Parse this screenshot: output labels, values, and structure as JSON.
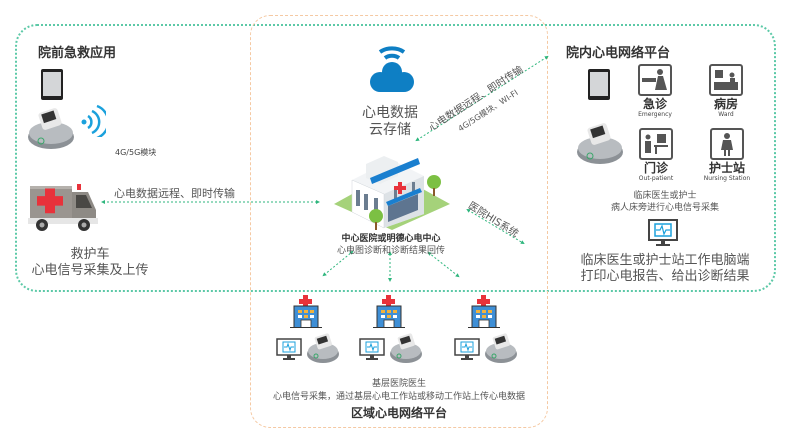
{
  "colors": {
    "green_frame": "#5cc9a7",
    "orange_frame": "#f5c9a3",
    "arrow": "#2eb67d",
    "cloud_blue": "#0e7fc4",
    "wifi_blue": "#1ba1dc",
    "red_cross": "#e8323b",
    "text_gray": "#555555"
  },
  "prehospital": {
    "title": "院前急救应用",
    "wifi_label": "4G/5G模块",
    "link_label": "心电数据远程、即时传输",
    "ambulance_caption_1": "救护车",
    "ambulance_caption_2": "心电信号采集及上传",
    "icons": [
      "tablet-icon",
      "ecg-device-icon",
      "wifi-icon",
      "ambulance-icon"
    ]
  },
  "cloud": {
    "caption_1": "心电数据",
    "caption_2": "云存储",
    "icon": "cloud-wifi-icon"
  },
  "links": {
    "cloud_to_inhospital_1": "心电数据远程、即时传输",
    "cloud_to_inhospital_2": "4G/5G模块、WI-FI",
    "his": "医院HIS系统"
  },
  "center": {
    "title": "中心医院或明德心电中心",
    "subtitle": "心电图诊断和诊断结果回传",
    "icon": "hospital-building-icon"
  },
  "inhospital": {
    "title": "院内心电网络平台",
    "departments": [
      {
        "cn": "急诊",
        "en": "Emergency",
        "icon": "emergency-icon"
      },
      {
        "cn": "病房",
        "en": "Ward",
        "icon": "ward-icon"
      },
      {
        "cn": "门诊",
        "en": "Out-patient",
        "icon": "outpatient-icon"
      },
      {
        "cn": "护士站",
        "en": "Nursing Station",
        "icon": "nursing-station-icon"
      }
    ],
    "bedside_1": "临床医生或护士",
    "bedside_2": "病人床旁进行心电信号采集",
    "workstation_1": "临床医生或护士站工作电脑端",
    "workstation_2": "打印心电报告、给出诊断结果"
  },
  "regional": {
    "caption_1": "基层医院医生",
    "caption_2": "心电信号采集，通过基层心电工作站或移动工作站上传心电数据",
    "title": "区域心电网络平台",
    "sites": [
      {
        "icon": "clinic-icon"
      },
      {
        "icon": "clinic-icon"
      },
      {
        "icon": "clinic-icon"
      }
    ]
  }
}
